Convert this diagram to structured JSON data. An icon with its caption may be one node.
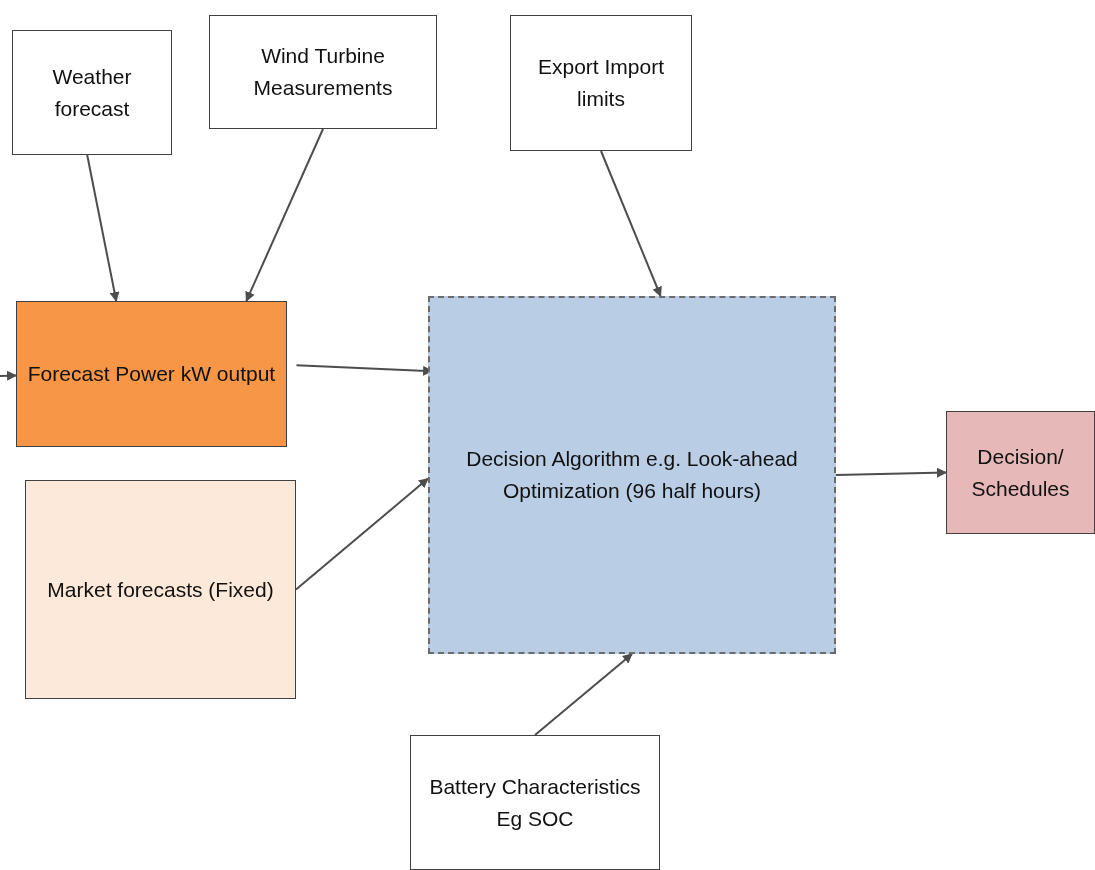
{
  "diagram": {
    "nodes": [
      {
        "text": [
          "Weather forecast"
        ]
      },
      {
        "text": [
          "Wind Turbine Measurements"
        ]
      },
      {
        "text": [
          "Export Import limits"
        ]
      },
      {
        "text": [
          "Forecast Power kW output"
        ]
      },
      {
        "text": [
          "Market forecasts (Fixed)"
        ]
      },
      {
        "text": [
          "Decision Algorithm e.g. Look-ahead Optimization (96 half hours)"
        ]
      },
      {
        "text": [
          "Decision/ Schedules"
        ]
      },
      {
        "text": [
          "Battery Characteristics Eg SOC"
        ]
      }
    ],
    "edges": [
      {
        "from": 0,
        "to": 3,
        "arrow": "to"
      },
      {
        "from": 1,
        "to": 3,
        "arrow": "to"
      },
      {
        "from": 2,
        "to": 5,
        "arrow": "to"
      },
      {
        "from": null,
        "to": 3,
        "arrow": "to"
      },
      {
        "from": 3,
        "to": 5,
        "arrow": "to"
      },
      {
        "from": 4,
        "to": 5,
        "arrow": "to"
      },
      {
        "from": 5,
        "to": 6,
        "arrow": "to"
      },
      {
        "from": 7,
        "to": 5,
        "arrow": "to"
      }
    ]
  }
}
